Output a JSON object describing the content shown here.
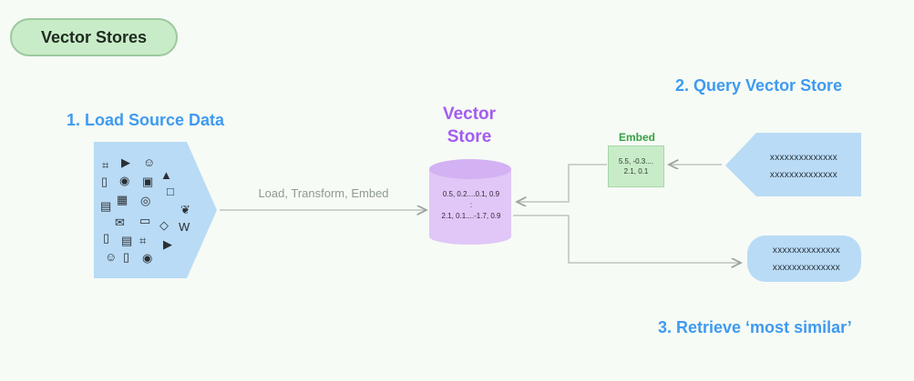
{
  "badge": {
    "label": "Vector Stores"
  },
  "steps": {
    "load": "1. Load Source Data",
    "query": "2. Query Vector Store",
    "retrieve": "3. Retrieve ‘most similar’"
  },
  "vector_store": {
    "title_line1": "Vector",
    "title_line2": "Store",
    "row1": "0.5, 0.2....0.1, 0.9",
    "row2": ":",
    "row3": "2.1, 0.1....-1.7, 0.9"
  },
  "flow": {
    "label": "Load, Transform, Embed"
  },
  "embed": {
    "label": "Embed",
    "line1": "5.5, -0.3....",
    "line2": "2.1, 0.1"
  },
  "query_box": {
    "line1": "xxxxxxxxxxxxxx",
    "line2": "xxxxxxxxxxxxxx"
  },
  "result_box": {
    "line1": "xxxxxxxxxxxxxx",
    "line2": "xxxxxxxxxxxxxx"
  },
  "source_icons": [
    {
      "name": "slack-icon",
      "glyph": "⌗"
    },
    {
      "name": "youtube-icon",
      "glyph": "▶"
    },
    {
      "name": "discord-icon",
      "glyph": "☺"
    },
    {
      "name": "file-icon",
      "glyph": "▯"
    },
    {
      "name": "github-icon",
      "glyph": "◉"
    },
    {
      "name": "image-icon",
      "glyph": "▣"
    },
    {
      "name": "drive-icon",
      "glyph": "▲"
    },
    {
      "name": "pdf-icon",
      "glyph": "▤"
    },
    {
      "name": "csv-icon",
      "glyph": "▦"
    },
    {
      "name": "web-icon",
      "glyph": "◎"
    },
    {
      "name": "notion-icon",
      "glyph": "□"
    },
    {
      "name": "twitter-icon",
      "glyph": "❦"
    },
    {
      "name": "mail-icon",
      "glyph": "✉"
    },
    {
      "name": "folder-icon",
      "glyph": "▭"
    },
    {
      "name": "html-icon",
      "glyph": "◇"
    },
    {
      "name": "wiki-icon",
      "glyph": "W"
    },
    {
      "name": "doc-icon",
      "glyph": "▯"
    },
    {
      "name": "text-icon",
      "glyph": "▤"
    }
  ]
}
